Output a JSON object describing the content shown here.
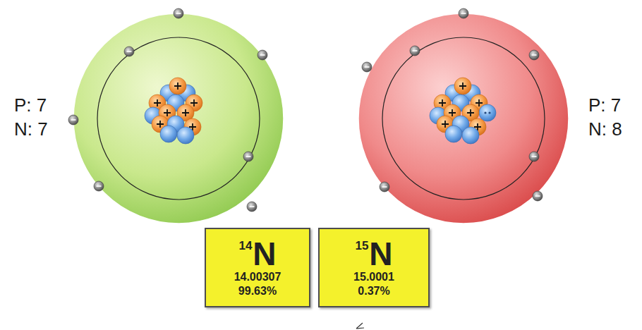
{
  "diagram": {
    "nodes": [
      {
        "text": [
          "14",
          "N",
          "14.00307",
          "99.63%"
        ]
      },
      {
        "text": [
          "15",
          "N",
          "15.0001",
          "0.37%"
        ]
      }
    ],
    "labels": [
      "P: 7",
      "N: 7",
      "P: 7",
      "N: 8"
    ]
  }
}
